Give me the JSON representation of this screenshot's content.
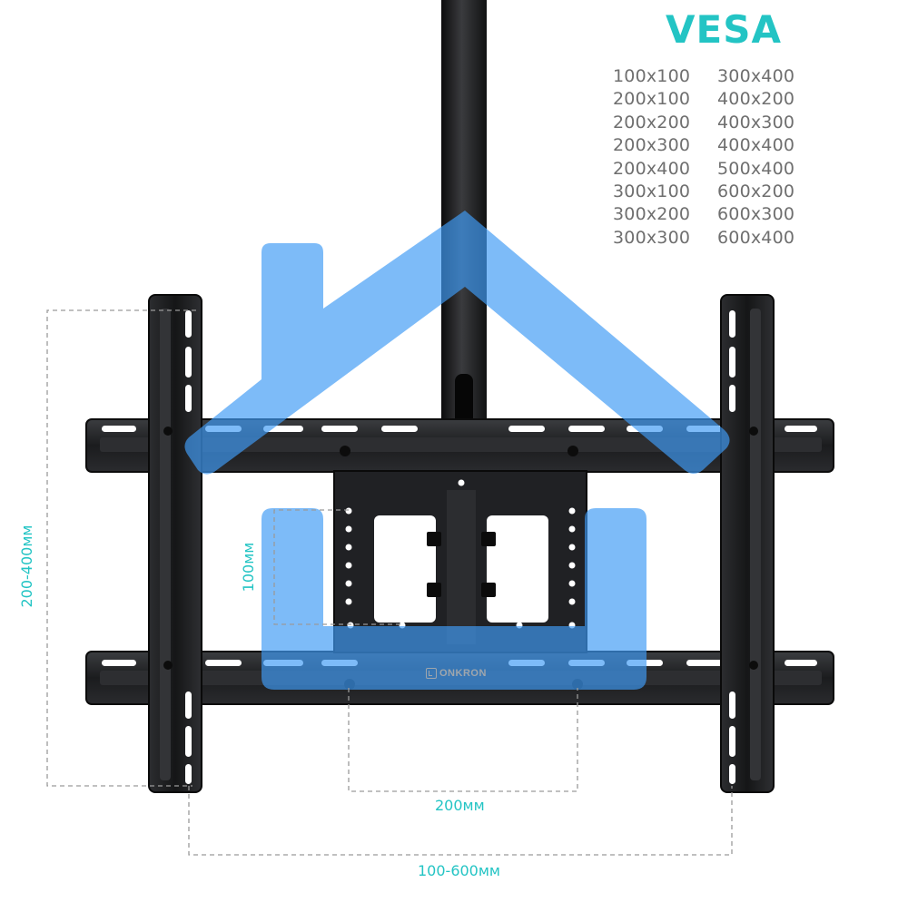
{
  "vesa": {
    "title": "VESA",
    "column_a": [
      "100x100",
      "200x100",
      "200x200",
      "200x300",
      "200x400",
      "300x100",
      "300x200",
      "300x300"
    ],
    "column_b": [
      "300x400",
      "400x200",
      "400x300",
      "400x400",
      "500x400",
      "600x200",
      "600x300",
      "600x400"
    ]
  },
  "dimensions": {
    "vertical_range": "200-400мм",
    "inner_vertical": "100мм",
    "inner_horizontal": "200мм",
    "horizontal_range": "100-600мм"
  },
  "brand": {
    "name": "ONKRON"
  },
  "colors": {
    "accent": "#23c4c4",
    "logo_overlay": "#3f9bf5",
    "mount_metal": "#1e1f21",
    "dashed_guide": "#9a9a9a"
  },
  "icons": {
    "overlay": "house-icon",
    "brand": "onkron-logo-icon"
  }
}
